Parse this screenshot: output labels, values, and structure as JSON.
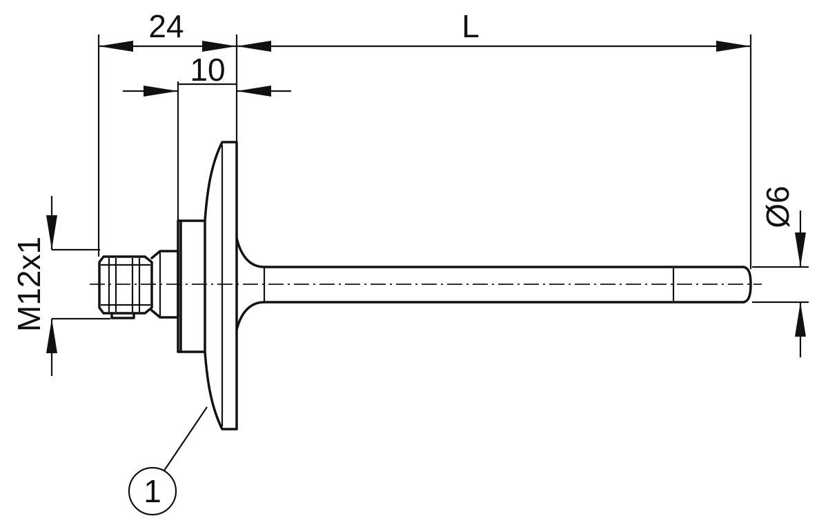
{
  "dimensions": {
    "overall_head": "24",
    "flange_to_face": "10",
    "probe_length": "L",
    "probe_diameter": "Ø6",
    "thread": "M12x1"
  },
  "callouts": [
    {
      "label": "1"
    }
  ]
}
